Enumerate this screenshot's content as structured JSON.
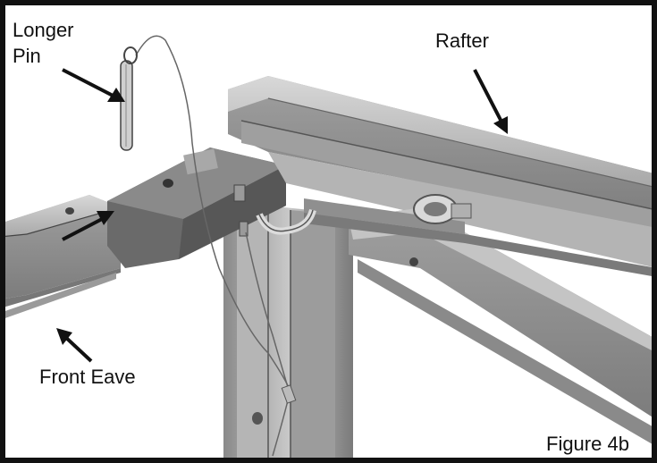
{
  "labels": {
    "longer": "Longer",
    "pin": "Pin",
    "rafter": "Rafter",
    "front_eave": "Front Eave",
    "figure": "Figure 4b"
  },
  "colors": {
    "frame": "#111111",
    "background": "#ffffff",
    "metal_light": "#c9c9c9",
    "metal_mid": "#9a9a9a",
    "metal_dark": "#6e6e6e",
    "bracket": "#5f5f5f"
  }
}
